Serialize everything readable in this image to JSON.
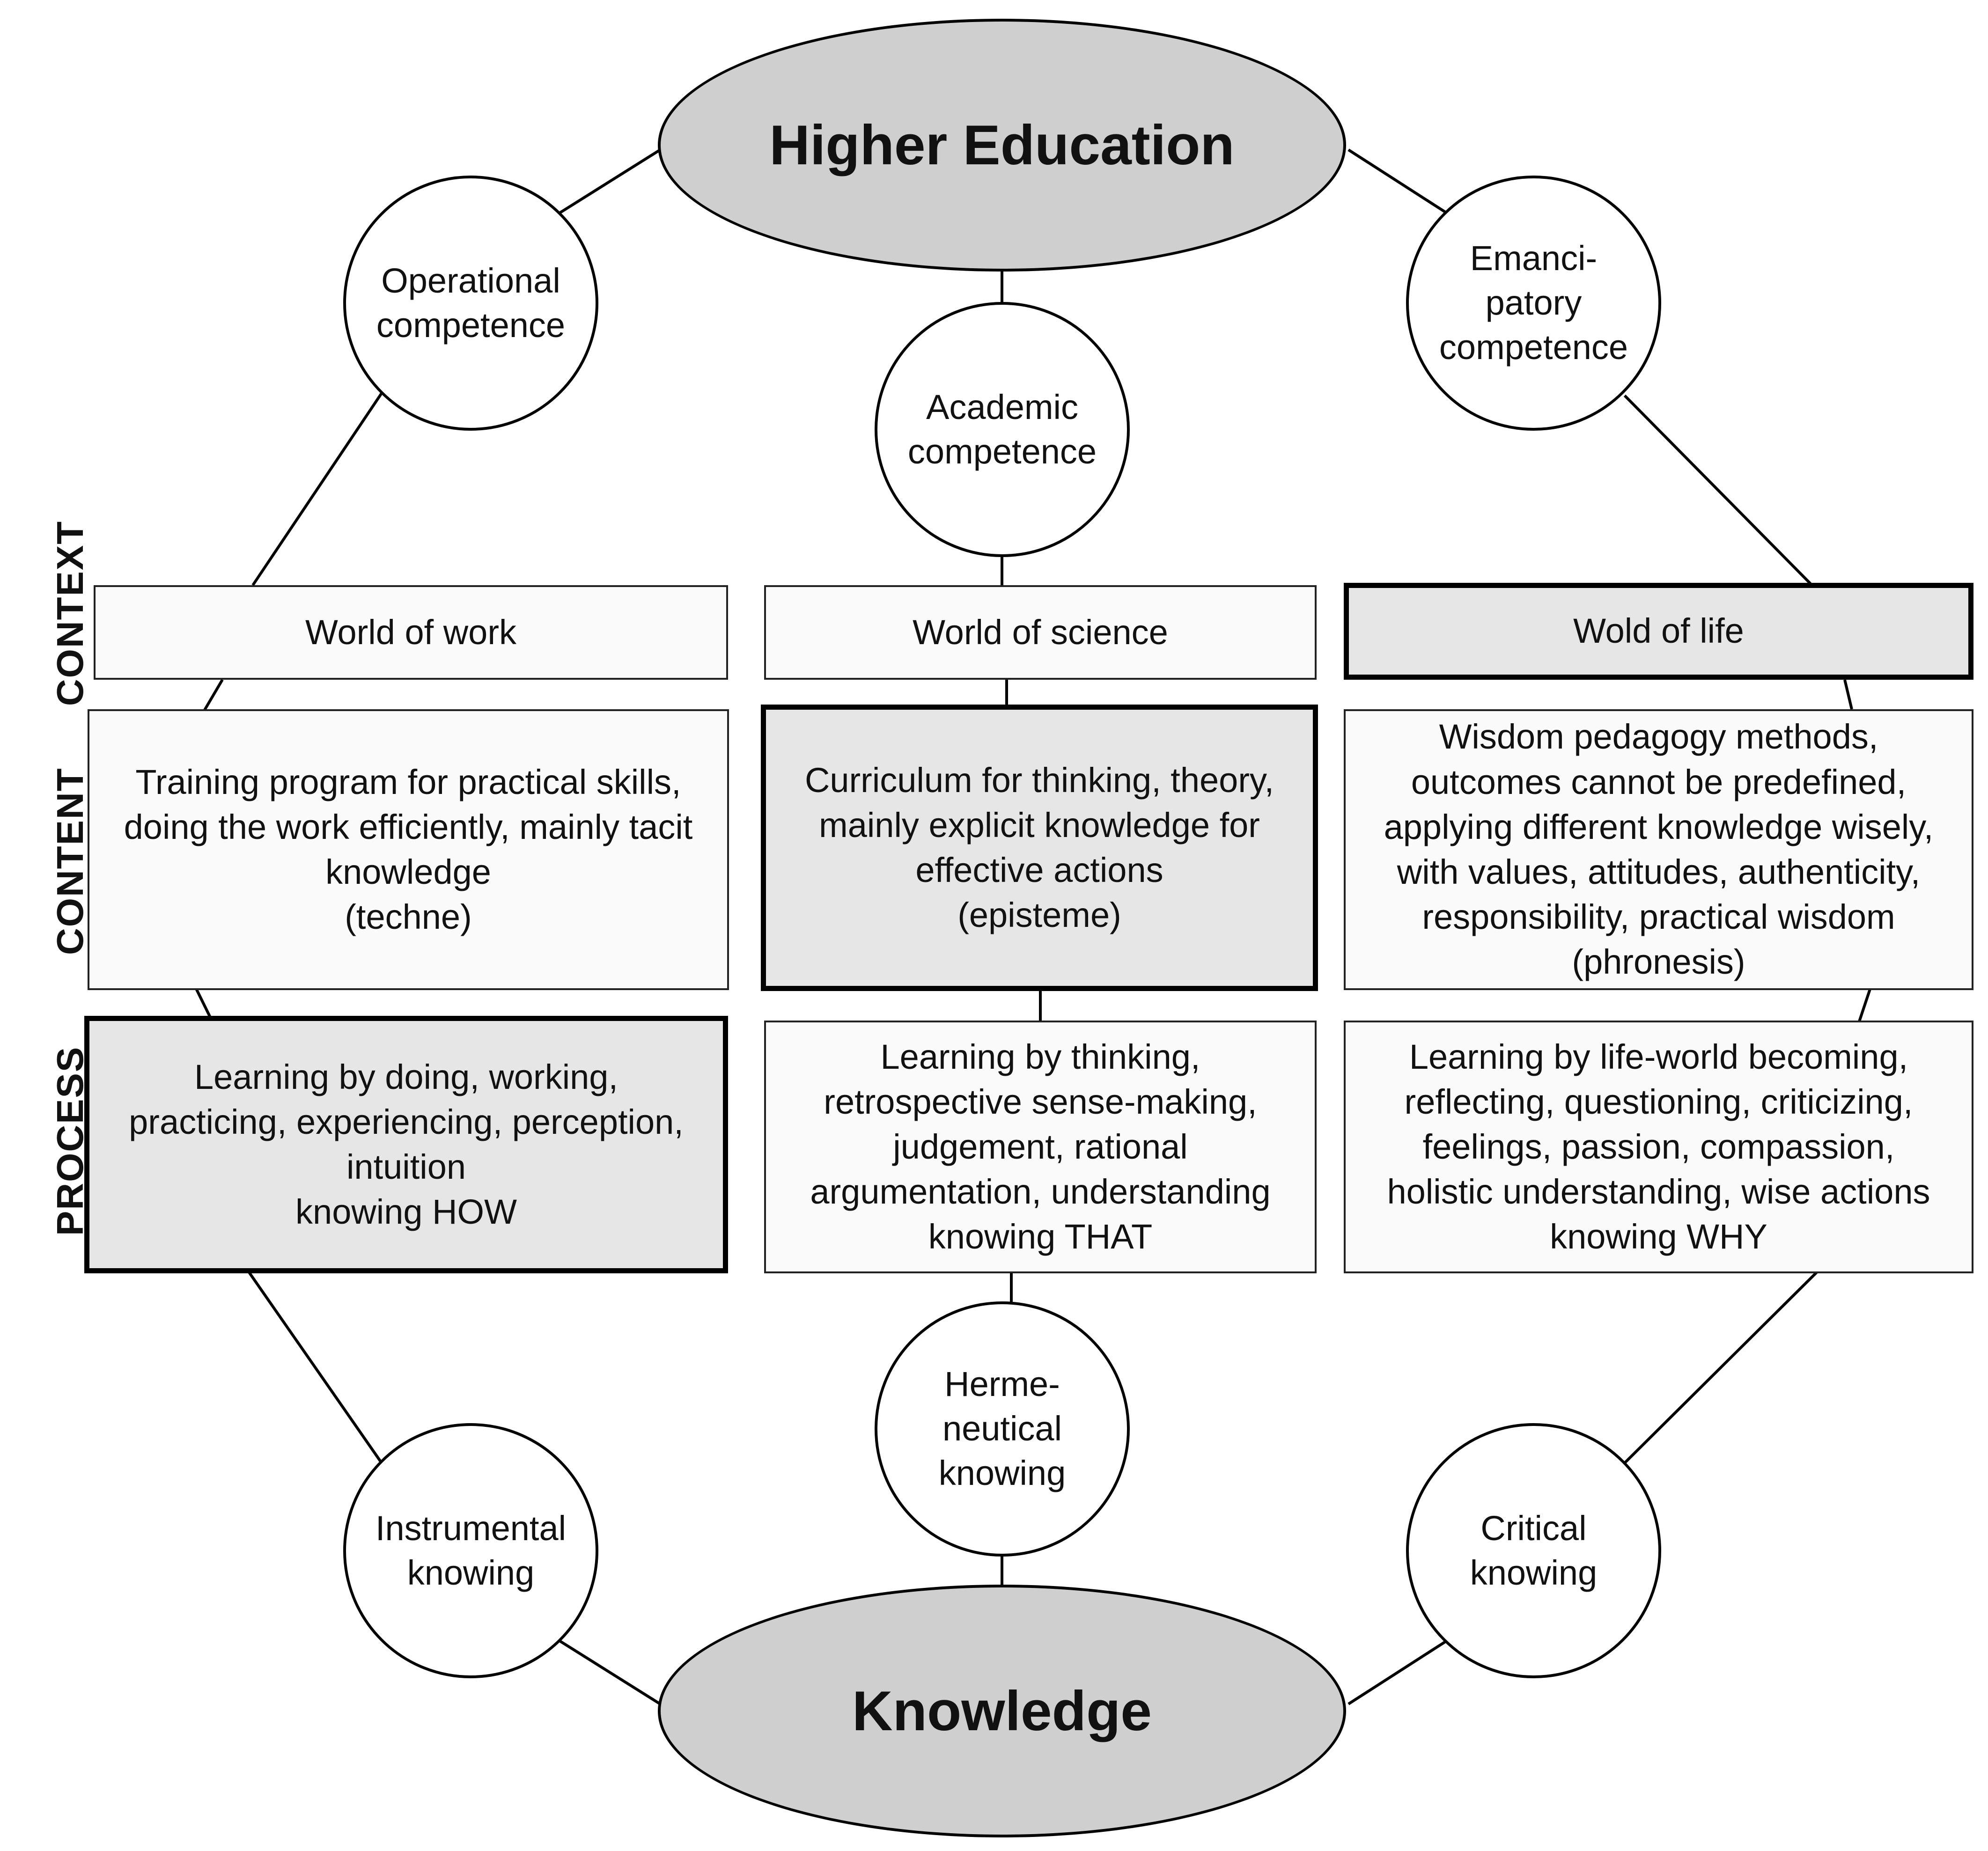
{
  "top_node": "Higher Education",
  "bottom_node": "Knowledge",
  "competences": [
    "Operational\ncompetence",
    "Academic\ncompetence",
    "Emanci-\npatory\ncompetence"
  ],
  "knowings": [
    "Instrumental\nknowing",
    "Herme-\nneutical\nknowing",
    "Critical\nknowing"
  ],
  "row_labels": {
    "context": "CONTEXT",
    "content": "CONTENT",
    "process": "PROCESS"
  },
  "context": [
    "World of work",
    "World of science",
    "Wold of life"
  ],
  "content": [
    "Training program for practical skills,\ndoing the work efficiently, mainly tacit\nknowledge\n(techne)",
    "Curriculum for thinking, theory,\nmainly explicit knowledge for\neffective actions\n(episteme)",
    "Wisdom pedagogy methods,\noutcomes cannot be predefined,\napplying different knowledge wisely,\nwith values, attitudes, authenticity,\nresponsibility, practical wisdom\n(phronesis)"
  ],
  "process": [
    "Learning by doing, working,\npracticing, experiencing, perception,\nintuition\nknowing HOW",
    "Learning by thinking,\nretrospective sense-making,\njudgement, rational\nargumentation, understanding\nknowing THAT",
    "Learning by life-world becoming,\nreflecting, questioning, criticizing,\nfeelings, passion, compassion,\nholistic understanding, wise actions\nknowing WHY"
  ]
}
